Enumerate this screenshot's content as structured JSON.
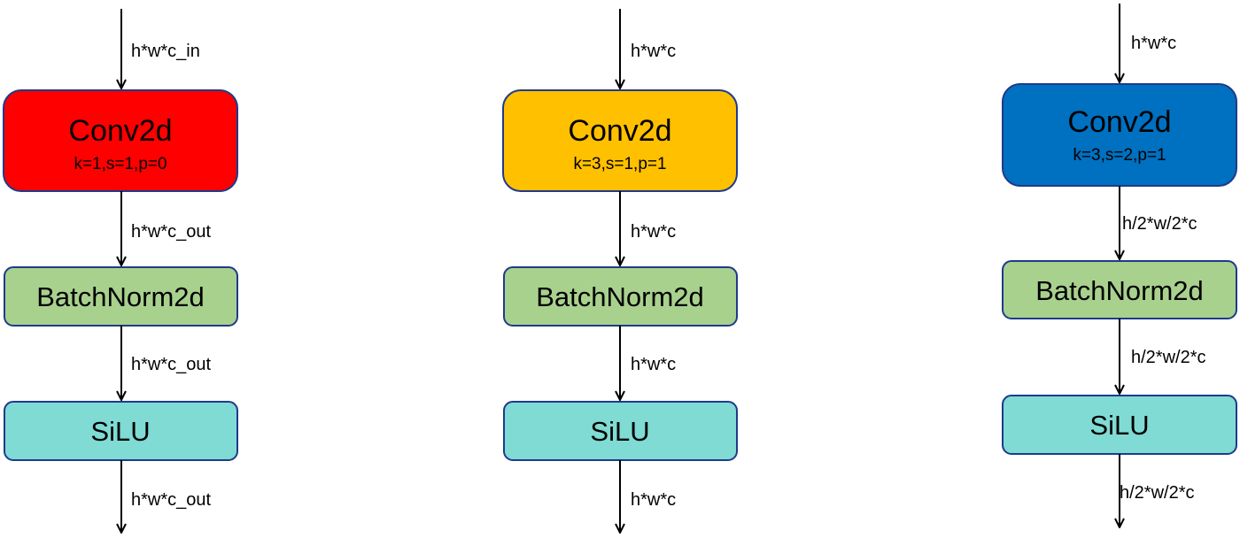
{
  "colors": {
    "conv_a": "#ff0000",
    "conv_b": "#ffc000",
    "conv_c": "#0070c0",
    "batchnorm": "#a9d18e",
    "silu": "#7fdbd4",
    "box_border": "#1f3a8a",
    "arrow": "#000000"
  },
  "columns": [
    {
      "conv_title": "Conv2d",
      "conv_params": "k=1,s=1,p=0",
      "batchnorm_label": "BatchNorm2d",
      "silu_label": "SiLU",
      "input_label": "h*w*c_in",
      "conv_out_label": "h*w*c_out",
      "bn_out_label": "h*w*c_out",
      "output_label": "h*w*c_out"
    },
    {
      "conv_title": "Conv2d",
      "conv_params": "k=3,s=1,p=1",
      "batchnorm_label": "BatchNorm2d",
      "silu_label": "SiLU",
      "input_label": "h*w*c",
      "conv_out_label": "h*w*c",
      "bn_out_label": "h*w*c",
      "output_label": "h*w*c"
    },
    {
      "conv_title": "Conv2d",
      "conv_params": "k=3,s=2,p=1",
      "batchnorm_label": "BatchNorm2d",
      "silu_label": "SiLU",
      "input_label": "h*w*c",
      "conv_out_label": "h/2*w/2*c",
      "bn_out_label": "h/2*w/2*c",
      "output_label": "h/2*w/2*c"
    }
  ]
}
